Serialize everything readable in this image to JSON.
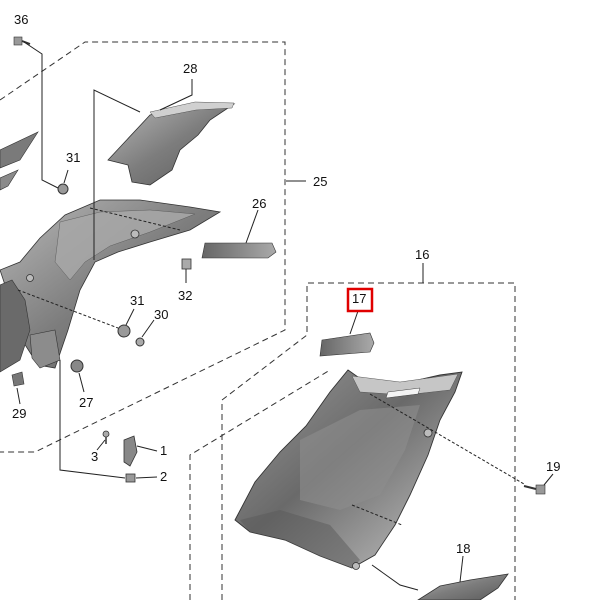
{
  "callouts": {
    "c1": "1",
    "c2": "2",
    "c3": "3",
    "c16": "16",
    "c17": "17",
    "c18": "18",
    "c19": "19",
    "c25": "25",
    "c26": "26",
    "c27": "27",
    "c28": "28",
    "c29": "29",
    "c30": "30",
    "c31a": "31",
    "c31b": "31",
    "c32": "32",
    "c36": "36"
  },
  "highlight": {
    "part": "17",
    "color": "#e00000"
  },
  "colors": {
    "panel_dark": "#5c5c5c",
    "panel_mid": "#8a8a8a",
    "panel_light": "#c4c4c4",
    "line": "#222222"
  }
}
